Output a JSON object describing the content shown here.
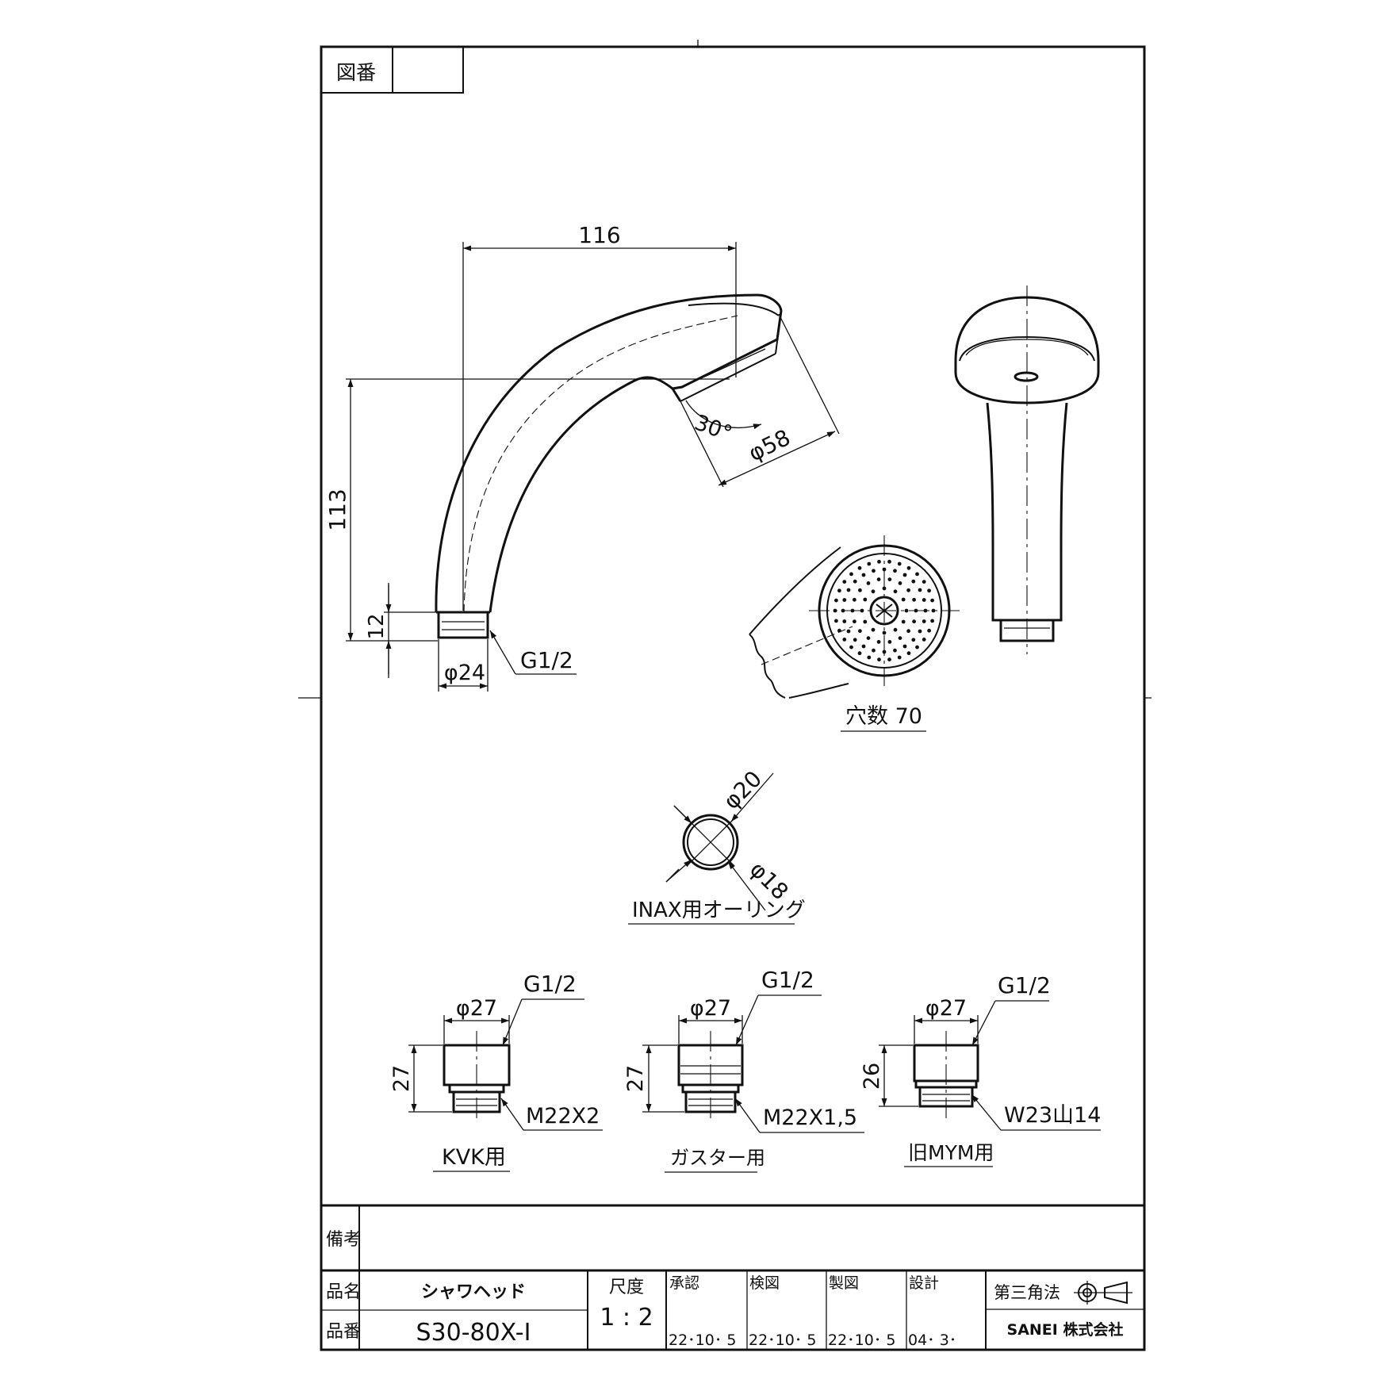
{
  "drawing_number_label": "図番",
  "drawing_number_value": "",
  "dims": {
    "length": "116",
    "height": "113",
    "thread_length": "12",
    "inlet_diameter": "φ24",
    "inlet_thread": "G1/2",
    "angle": "30°",
    "head_diameter": "φ58"
  },
  "face_view": {
    "label": "穴数 70"
  },
  "oring": {
    "outer": "φ20",
    "inner": "φ18",
    "label": "INAX用オーリング"
  },
  "adapters": [
    {
      "diameter": "φ27",
      "thread": "G1/2",
      "height": "27",
      "connection": "M22X2",
      "label": "KVK用"
    },
    {
      "diameter": "φ27",
      "thread": "G1/2",
      "height": "27",
      "connection": "M22X1,5",
      "label": "ガスター用"
    },
    {
      "diameter": "φ27",
      "thread": "G1/2",
      "height": "26",
      "connection": "W23山14",
      "label": "旧MYM用"
    }
  ],
  "title_block": {
    "remarks_label": "備考",
    "remarks_value": "",
    "name_label": "品名",
    "name_value": "シャワヘッド",
    "number_label": "品番",
    "number_value": "S30-80X-I",
    "scale_label": "尺度",
    "scale_value": "1 : 2",
    "approval_label": "承認",
    "approval_date": "22･10･ 5",
    "check_label": "検図",
    "check_date": "22･10･ 5",
    "drawn_label": "製図",
    "drawn_date": "22･10･ 5",
    "design_label": "設計",
    "design_date": "04･ 3･",
    "projection_label": "第三角法",
    "company": "SANEI 株式会社"
  }
}
